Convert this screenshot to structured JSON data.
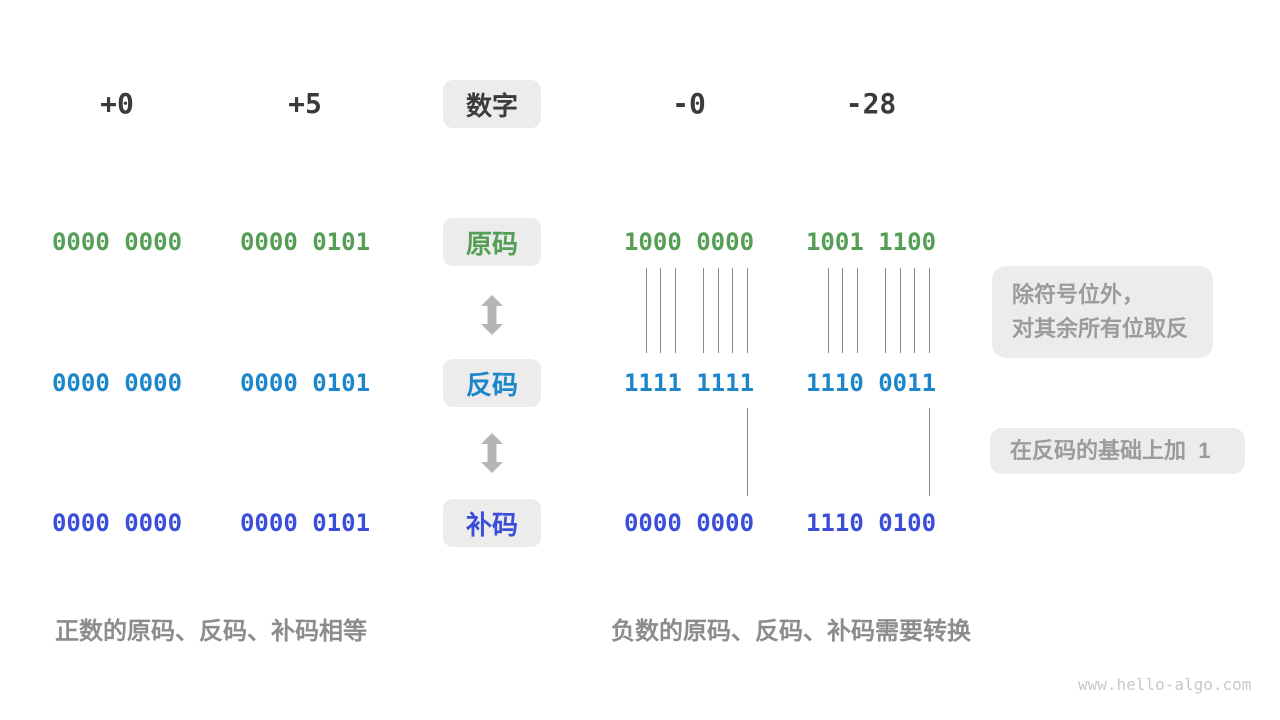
{
  "page": {
    "background": "#ffffff"
  },
  "palette": {
    "dark_text": "#3b3b3b",
    "muted_text": "#8c8c8c",
    "note_text": "#9b9b9b",
    "box_bg": "#ececec",
    "arrow_gray": "#b5b5b5",
    "line_gray": "#8a8a8a",
    "sign_magnitude_green": "#559e56",
    "ones_complement_blue": "#1d86cb",
    "twos_complement_indigo": "#3a4ed8",
    "watermark_gray": "#c9c9c9"
  },
  "header": {
    "label": "数字",
    "numbers": [
      "+0",
      "+5",
      "-0",
      "-28"
    ]
  },
  "rows": [
    {
      "id": "sign-magnitude",
      "label": "原码",
      "color_key": "sign_magnitude_green",
      "values": [
        "0000 0000",
        "0000 0101",
        "1000 0000",
        "1001 1100"
      ]
    },
    {
      "id": "ones-complement",
      "label": "反码",
      "color_key": "ones_complement_blue",
      "values": [
        "0000 0000",
        "0000 0101",
        "1111 1111",
        "1110 0011"
      ]
    },
    {
      "id": "twos-complement",
      "label": "补码",
      "color_key": "twos_complement_indigo",
      "values": [
        "0000 0000",
        "0000 0101",
        "0000 0000",
        "1110 0100"
      ]
    }
  ],
  "connectors": {
    "flip_tick_char_indices": [
      1,
      2,
      3,
      5,
      6,
      7,
      8
    ],
    "add_one_char_index": 8
  },
  "notes": [
    {
      "lines": [
        "除符号位外，",
        "对其余所有位取反"
      ]
    },
    {
      "lines": [
        "在反码的基础上加  1"
      ]
    }
  ],
  "captions": [
    "正数的原码、反码、补码相等",
    "负数的原码、反码、补码需要转换"
  ],
  "watermark": "www.hello-algo.com"
}
